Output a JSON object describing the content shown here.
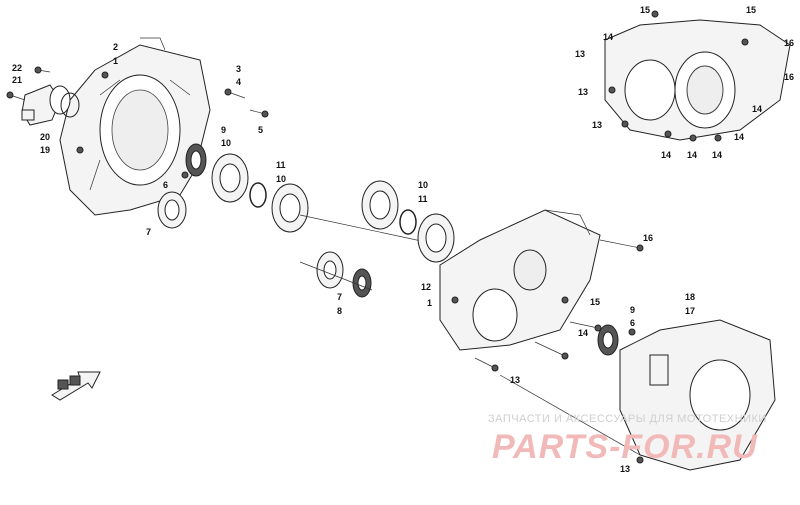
{
  "callouts": {
    "n1": "1",
    "n2": "2",
    "n3": "3",
    "n4": "4",
    "n5": "5",
    "n6": "6",
    "n7": "7",
    "n8": "8",
    "n9": "9",
    "n10": "10",
    "n11": "11",
    "n12": "12",
    "n13": "13",
    "n14": "14",
    "n15": "15",
    "n16": "16",
    "n17": "17",
    "n18": "18",
    "n19": "19",
    "n20": "20",
    "n21": "21",
    "n22": "22"
  },
  "watermark": {
    "subtitle": "ЗАПЧАСТИ И АКСЕССУАРЫ ДЛЯ МОТОТЕХНИКИ",
    "logo": "PARTS-FOR.RU"
  },
  "colors": {
    "watermark_logo": "#f2b9b9",
    "watermark_text": "#cfcfcf",
    "line": "#222222"
  }
}
